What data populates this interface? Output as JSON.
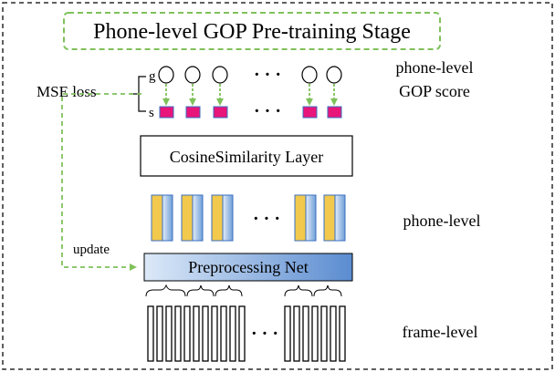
{
  "diagram": {
    "title": "Phone-level GOP Pre-training Stage",
    "loss_label": "MSE loss",
    "row_g_label": "g",
    "row_s_label": "s",
    "gop_score_label_line1": "phone-level",
    "gop_score_label_line2": "GOP score",
    "cosine_layer_label": "CosineSimilarity Layer",
    "phone_level_label": "phone-level",
    "update_label": "update",
    "preprocessing_label": "Preprocessing Net",
    "frame_level_label": "frame-level",
    "ellipsis": "· · ·"
  },
  "colors": {
    "frame_border": "#2b2b2b",
    "title_border": "#7fc15a",
    "green_arrow": "#7fc15a",
    "pink_square": "#e8157a",
    "square_border": "#3a6fc0",
    "yellow_bar": "#f2c94c",
    "blue_bar_light": "#dbe7f6",
    "blue_bar_dark": "#6f9fd8",
    "preproc_light": "#d7e6f7",
    "preproc_dark": "#5f8fd0"
  }
}
